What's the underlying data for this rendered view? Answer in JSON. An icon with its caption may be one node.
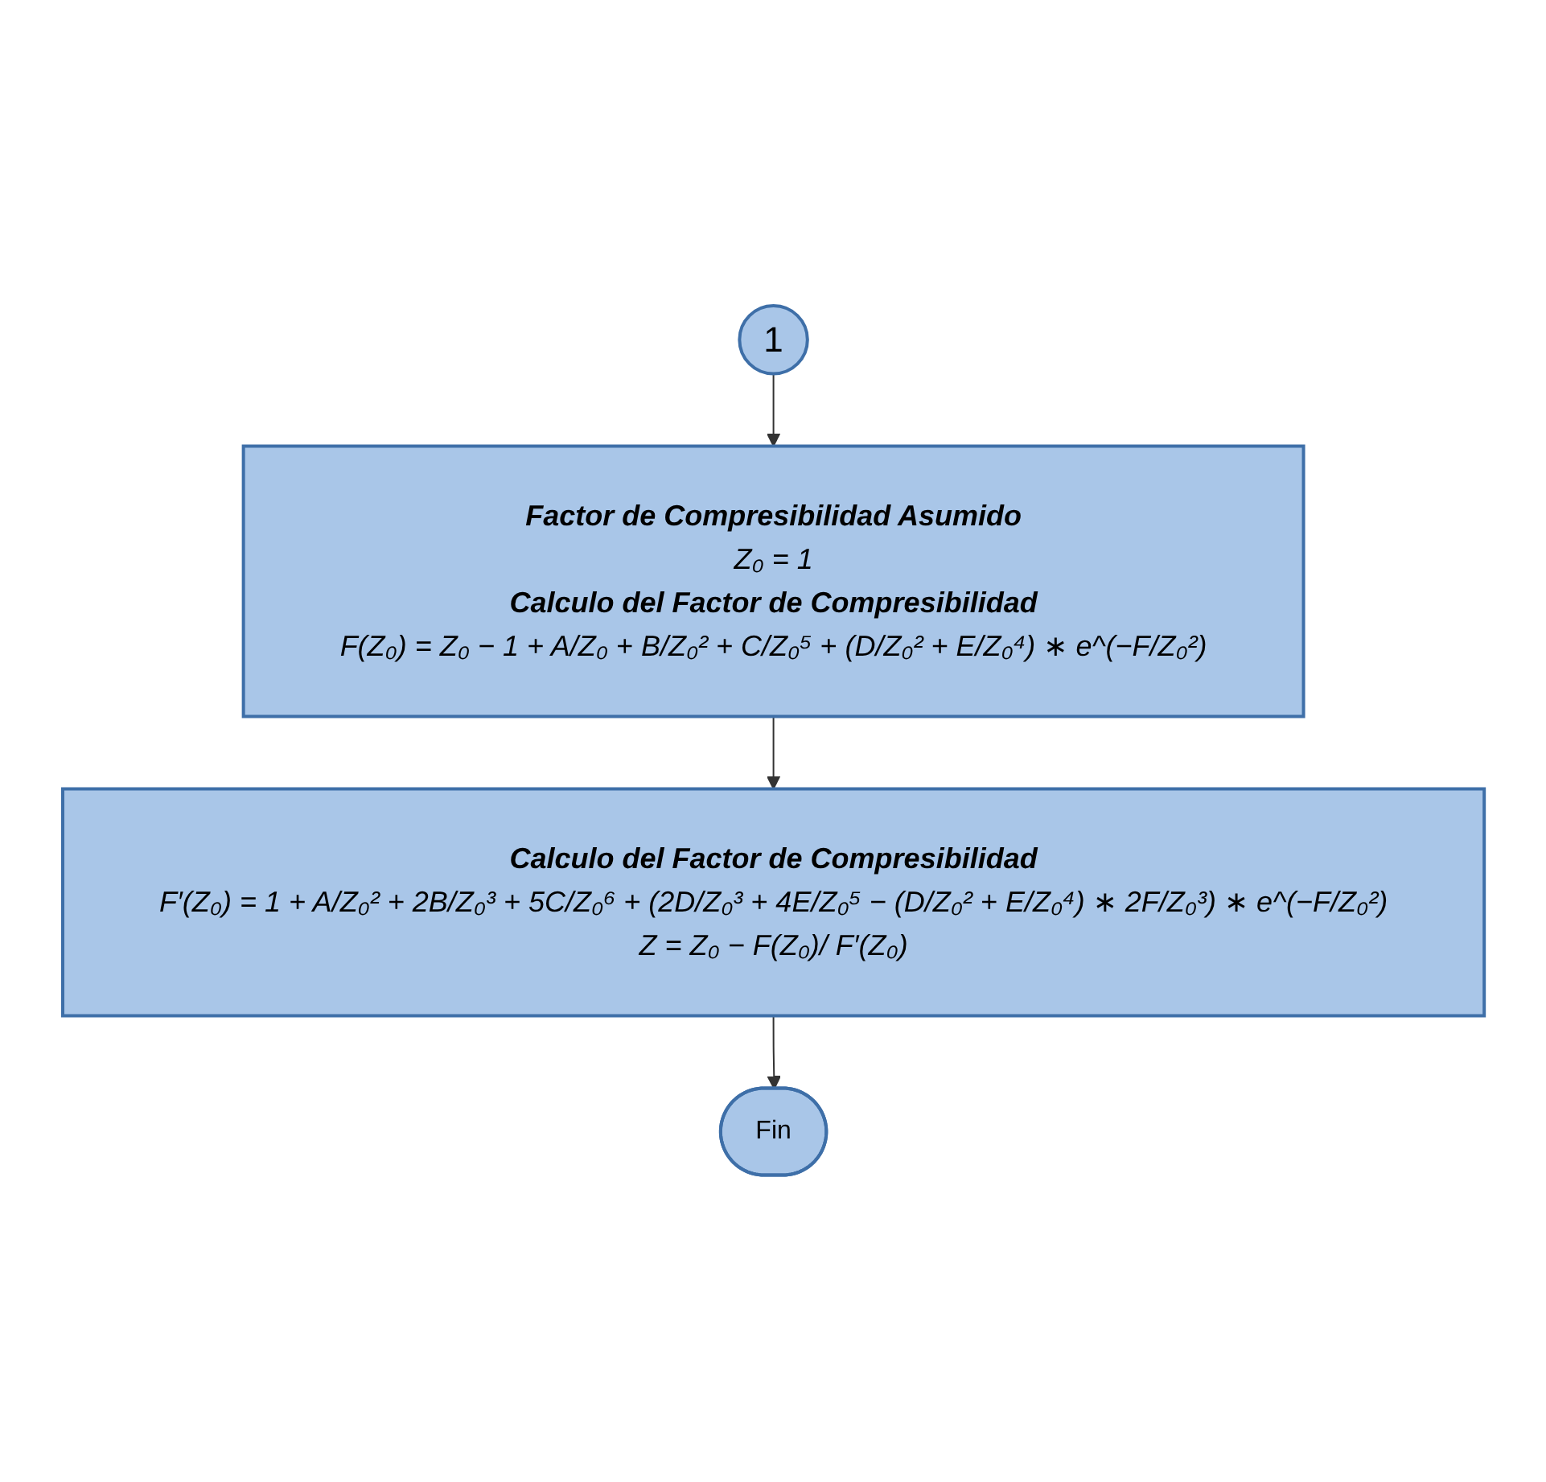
{
  "diagram": {
    "nodes": [
      {
        "text": [
          "1"
        ]
      },
      {
        "text": [
          "Factor de Compresibilidad Asumido",
          "Z₀ = 1",
          "Calculo del Factor de Compresibilidad",
          "F(Z₀) = Z₀ − 1 + A/Z₀ + B/Z₀² + C/Z₀⁵ + (D/Z₀² + E/Z₀⁴) ∗ e^(−F/Z₀²)"
        ]
      },
      {
        "text": [
          "Calculo del Factor de Compresibilidad",
          "F′(Z₀) = 1 + A/Z₀² + 2B/Z₀³ + 5C/Z₀⁶ + (2D/Z₀³ + 4E/Z₀⁵ − (D/Z₀² + E/Z₀⁴) ∗ 2F/Z₀³) ∗ e^(−F/Z₀²)",
          "Z = Z₀ − F(Z₀)/ F′(Z₀)"
        ]
      },
      {
        "text": [
          "Fin"
        ]
      }
    ],
    "edges": [
      {
        "from": 0,
        "to": 1,
        "arrow": "to"
      },
      {
        "from": 1,
        "to": 2,
        "arrow": "to"
      },
      {
        "from": 2,
        "to": 3,
        "arrow": "to"
      }
    ]
  }
}
